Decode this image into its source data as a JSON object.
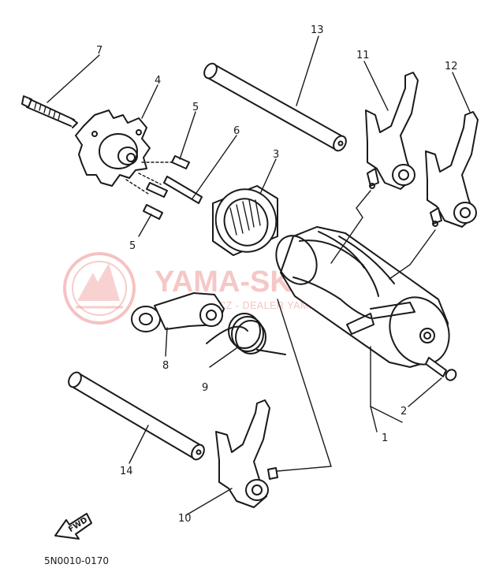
{
  "diagram": {
    "watermark": {
      "text": "YAMA-SKLEP.PL",
      "subtext": "ŁOCHOWICZ - DEALER YAMAHA",
      "color": "#ef9a9a"
    },
    "fwd_label": "FWD",
    "catalog_code": "5N0010-0170",
    "callouts": [
      {
        "id": "c1",
        "label": "1"
      },
      {
        "id": "c2",
        "label": "2"
      },
      {
        "id": "c3",
        "label": "3"
      },
      {
        "id": "c4",
        "label": "4"
      },
      {
        "id": "c5a",
        "label": "5"
      },
      {
        "id": "c5b",
        "label": "5"
      },
      {
        "id": "c6",
        "label": "6"
      },
      {
        "id": "c7",
        "label": "7"
      },
      {
        "id": "c8",
        "label": "8"
      },
      {
        "id": "c9",
        "label": "9"
      },
      {
        "id": "c10",
        "label": "10"
      },
      {
        "id": "c11",
        "label": "11"
      },
      {
        "id": "c12",
        "label": "12"
      },
      {
        "id": "c13",
        "label": "13"
      },
      {
        "id": "c14",
        "label": "14"
      }
    ]
  }
}
